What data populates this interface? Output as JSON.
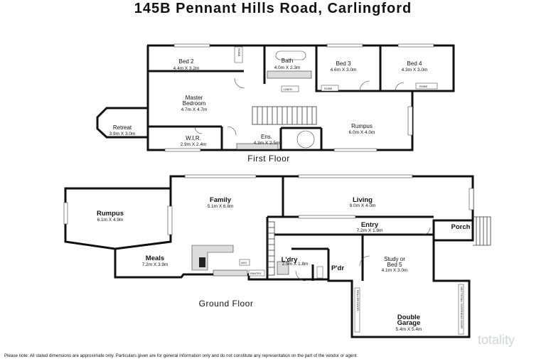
{
  "title": "145B Pennant Hills Road, Carlingford",
  "floors": {
    "first": "First Floor",
    "ground": "Ground Floor"
  },
  "rooms_first": {
    "bed2": {
      "name": "Bed 2",
      "dim": "4.4m X 3.2m"
    },
    "bath": {
      "name": "Bath",
      "dim": "4.0m X 2.3m"
    },
    "bed3": {
      "name": "Bed 3",
      "dim": "4.6m X 3.0m"
    },
    "bed4": {
      "name": "Bed 4",
      "dim": "4.3m X 3.0m"
    },
    "master": {
      "name1": "Master",
      "name2": "Bedroom",
      "dim": "4.7m X 4.7m"
    },
    "retreat": {
      "name": "Retreat",
      "dim": "3.9m X 3.0m"
    },
    "wir": {
      "name": "W.I.R.",
      "dim": "2.9m X 2.4m"
    },
    "ens": {
      "name": "Ens.",
      "dim": "4.3m X 2.5m"
    },
    "rumpus": {
      "name": "Rumpus",
      "dim": "6.0m X 4.0m"
    }
  },
  "rooms_ground": {
    "rumpus": {
      "name": "Rumpus",
      "dim": "6.1m X 4.9m"
    },
    "family": {
      "name": "Family",
      "dim": "5.1m X 6.8m"
    },
    "living": {
      "name": "Living",
      "dim": "9.0m X 4.0m"
    },
    "entry": {
      "name": "Entry",
      "dim": "7.2m X 1.8m"
    },
    "porch": {
      "name": "Porch"
    },
    "meals": {
      "name": "Meals",
      "dim": "7.2m X 3.9m"
    },
    "ldry": {
      "name": "L'dry",
      "dim": "2.5m X 1.8m"
    },
    "pdr": {
      "name": "P'dr"
    },
    "study": {
      "name1": "Study or",
      "name2": "Bed 5",
      "dim": "4.1m X 3.0m"
    },
    "garage": {
      "name1": "Double",
      "name2": "Garage",
      "dim": "5.4m X 5.4m"
    }
  },
  "small_labels": {
    "robe": "ROBE",
    "linen": "LINEN",
    "wo": "W/O",
    "pantry": "PANTRY",
    "roller": "ROLLER DOOR",
    "sectional": "SECTIONAL OVERHEAD DOOR"
  },
  "disclaimer": "Please note: All stated dimensions are approximate only. Particulars given are for general information only and do not constitute any representation on the part of the vendor or agent.",
  "watermark": "totality"
}
